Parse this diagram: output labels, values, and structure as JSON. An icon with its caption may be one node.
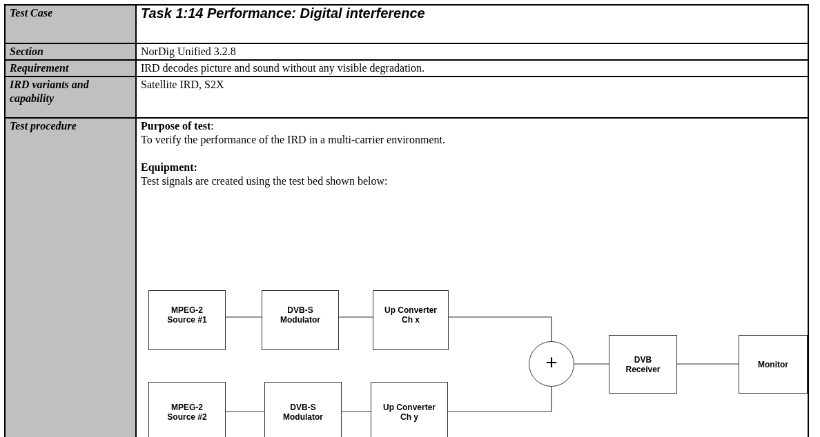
{
  "diagram": {
    "nodes": [
      {
        "text": [
          "MPEG-2 Source #1"
        ]
      },
      {
        "text": [
          "DVB-S Modulator"
        ]
      },
      {
        "text": [
          "Up Converter Ch x"
        ]
      },
      {
        "text": [
          "+"
        ]
      },
      {
        "text": [
          "DVB Receiver"
        ]
      },
      {
        "text": [
          "Monitor"
        ]
      },
      {
        "text": [
          "MPEG-2 Source #2"
        ]
      },
      {
        "text": [
          "DVB-S Modulator"
        ]
      },
      {
        "text": [
          "Up Converter Ch y"
        ]
      }
    ],
    "edges": [
      {
        "from": 0,
        "to": 1,
        "arrow": "none"
      },
      {
        "from": 1,
        "to": 2,
        "arrow": "none"
      },
      {
        "from": 2,
        "to": 3,
        "arrow": "none"
      },
      {
        "from": 3,
        "to": 4,
        "arrow": "none"
      },
      {
        "from": 4,
        "to": 5,
        "arrow": "none"
      },
      {
        "from": 6,
        "to": 7,
        "arrow": "none"
      },
      {
        "from": 7,
        "to": 8,
        "arrow": "none"
      },
      {
        "from": 8,
        "to": 3,
        "arrow": "none"
      }
    ],
    "labels": [
      "Test Case",
      "Task 1:14 Performance: Digital interference",
      "Section",
      "NorDig Unified 3.2.8",
      "Requirement",
      "IRD decodes picture and sound without any visible degradation.",
      "IRD variants and capability",
      "Satellite IRD, S2X",
      "Test procedure",
      "**Purpose of test**:",
      "To verify the performance of the IRD in a multi-carrier environment.",
      "Equipment:",
      "Test signals are created using the test bed shown below:"
    ]
  }
}
